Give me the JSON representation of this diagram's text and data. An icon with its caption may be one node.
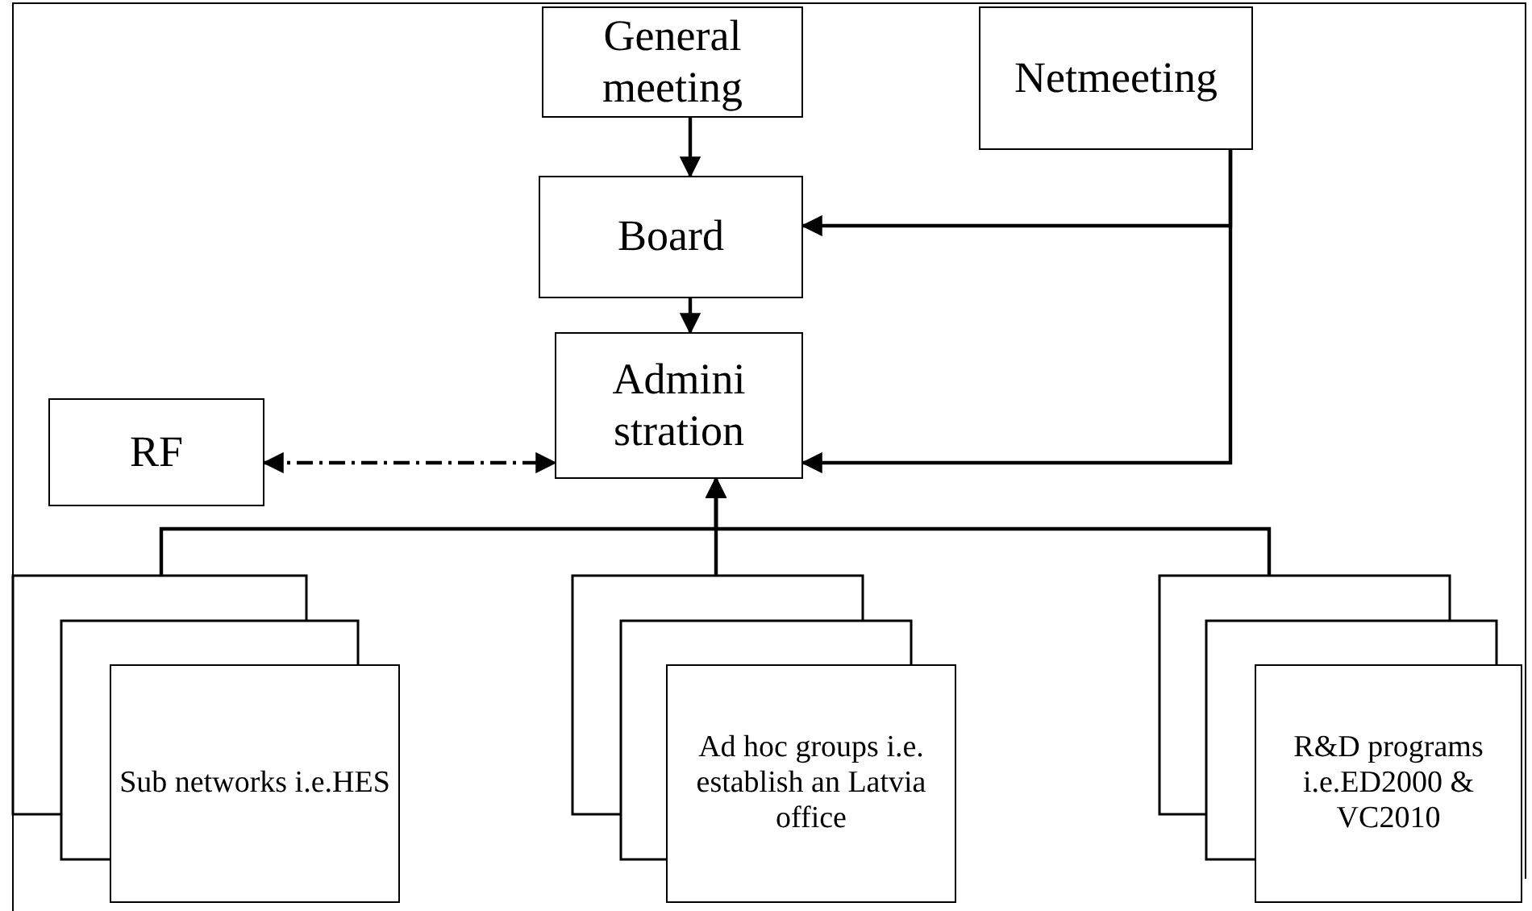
{
  "diagram": {
    "nodes": [
      {
        "text": [
          "General meeting"
        ]
      },
      {
        "text": [
          "Netmeeting"
        ]
      },
      {
        "text": [
          "Board"
        ]
      },
      {
        "text": [
          "RF"
        ]
      },
      {
        "text": [
          "Admini stration"
        ]
      },
      {
        "text": [],
        "shape": "box"
      },
      {
        "text": [],
        "shape": "box"
      },
      {
        "text": [
          "Sub networks i.e.HES"
        ]
      },
      {
        "text": [],
        "shape": "box"
      },
      {
        "text": [],
        "shape": "box"
      },
      {
        "text": [
          "Ad hoc groups i.e. establish an Latvia office"
        ]
      },
      {
        "text": [],
        "shape": "box"
      },
      {
        "text": [],
        "shape": "box"
      },
      {
        "text": [
          "R&D programs i.e.ED2000 & VC2010"
        ]
      }
    ],
    "edges": [
      {
        "from": 0,
        "to": 2,
        "arrow": "to"
      },
      {
        "from": 2,
        "to": 4,
        "arrow": "to"
      },
      {
        "from": 1,
        "to": 2,
        "arrow": "to"
      },
      {
        "from": 1,
        "to": 4,
        "arrow": "to"
      },
      {
        "from": 3,
        "to": 4,
        "arrow": "both",
        "style": "dashed"
      },
      {
        "from": 5,
        "to": 4,
        "arrow": "to"
      },
      {
        "from": 8,
        "to": 4,
        "arrow": "to"
      },
      {
        "from": 11,
        "to": 4,
        "arrow": "to"
      }
    ]
  }
}
